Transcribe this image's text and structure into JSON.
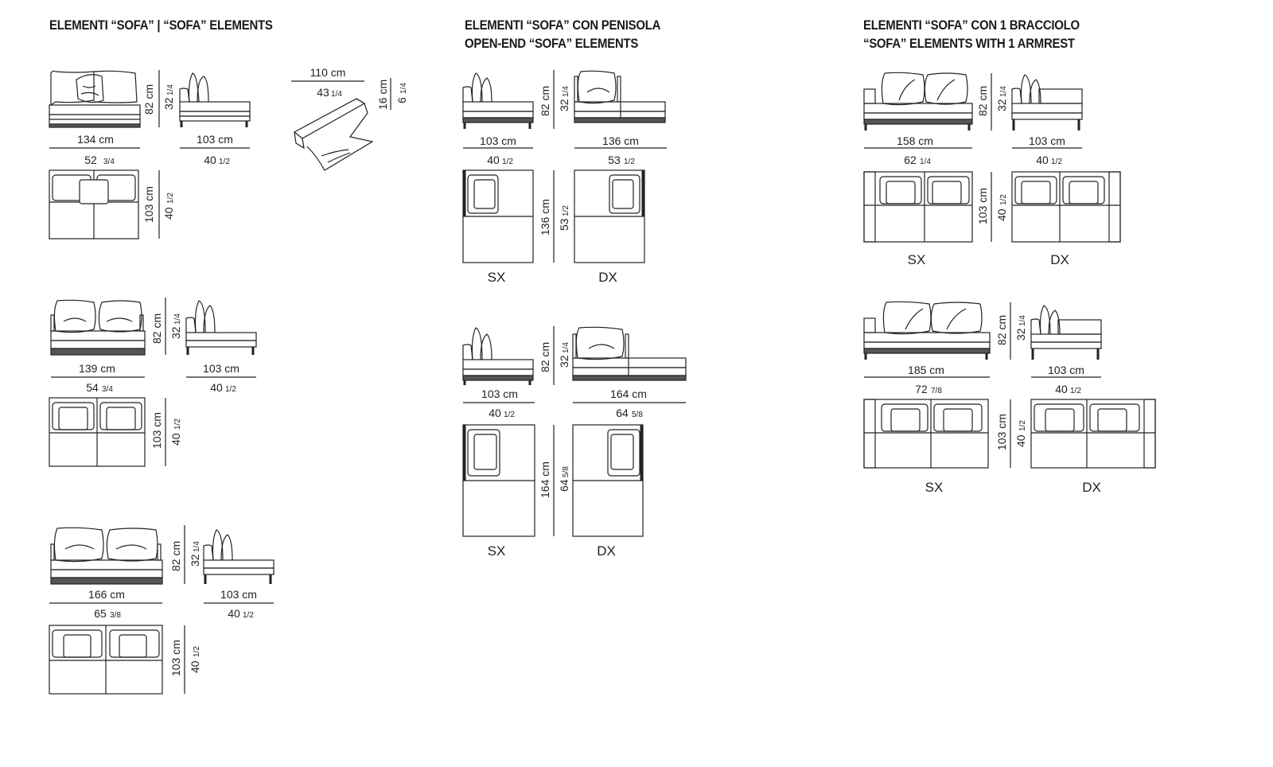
{
  "headings": {
    "sofa": "ELEMENTI “SOFA” | “SOFA” ELEMENTS",
    "penisola_it": "ELEMENTI “SOFA” CON PENISOLA",
    "penisola_en": "OPEN-END “SOFA” ELEMENTS",
    "bracciolo_it": "ELEMENTI “SOFA” CON 1 BRACCIOLO",
    "bracciolo_en": "“SOFA” ELEMENTS WITH 1 ARMREST"
  },
  "common": {
    "height_cm": "82 cm",
    "height_in": "32",
    "height_in_frac": "1/4",
    "depth_cm": "103 cm",
    "depth_in": "40",
    "depth_in_frac": "1/2",
    "left": "SX",
    "right": "DX"
  },
  "cushion": {
    "width_cm": "110 cm",
    "width_in": "43",
    "width_in_frac": "1/4",
    "thick_cm": "16 cm",
    "thick_in": "6",
    "thick_in_frac": "1/4"
  },
  "sofa": [
    {
      "width_cm": "134 cm",
      "width_in": "52",
      "width_in_frac": "3/4"
    },
    {
      "width_cm": "139 cm",
      "width_in": "54",
      "width_in_frac": "3/4"
    },
    {
      "width_cm": "166 cm",
      "width_in": "65",
      "width_in_frac": "3/8"
    }
  ],
  "penisola": [
    {
      "side_width_cm": "103 cm",
      "side_width_in": "40",
      "side_width_in_frac": "1/2",
      "width_cm": "136 cm",
      "width_in": "53",
      "width_in_frac": "1/2"
    },
    {
      "side_width_cm": "103 cm",
      "side_width_in": "40",
      "side_width_in_frac": "1/2",
      "width_cm": "164 cm",
      "width_in": "64",
      "width_in_frac": "5/8"
    }
  ],
  "bracciolo": [
    {
      "width_cm": "158 cm",
      "width_in": "62",
      "width_in_frac": "1/4"
    },
    {
      "width_cm": "185 cm",
      "width_in": "72",
      "width_in_frac": "7/8"
    }
  ]
}
